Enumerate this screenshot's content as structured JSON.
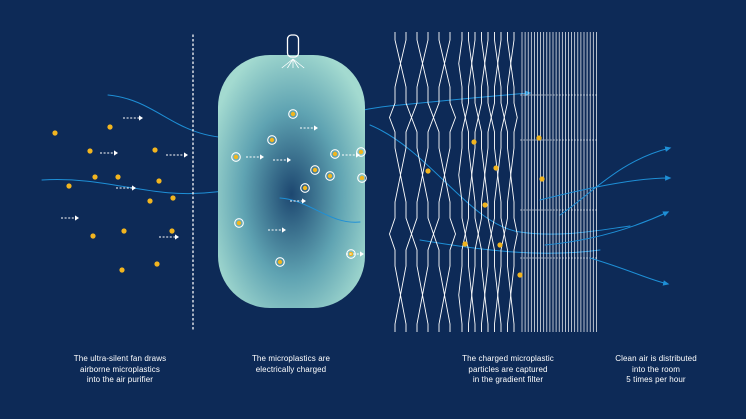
{
  "captions": [
    {
      "text": "The ultra-silent fan draws\nairborne microplastics\ninto the air purifier"
    },
    {
      "text": "The microplastics are\nelectrically charged"
    },
    {
      "text": "The charged microplastic\nparticles are captured\nin the gradient filter"
    },
    {
      "text": "Clean air is distributed\ninto the room\n5 times per hour"
    }
  ],
  "colors": {
    "background": "#0d2a57",
    "particle": "#f2b51f",
    "airflow": "#1e8fd6",
    "filter_lines": "#ffffff",
    "chamber_light": "#a3dad0",
    "chamber_dark": "#1d4770"
  },
  "icons": [
    "fan-icon",
    "particle-dot",
    "arrow-right-icon",
    "charged-particle-icon"
  ]
}
